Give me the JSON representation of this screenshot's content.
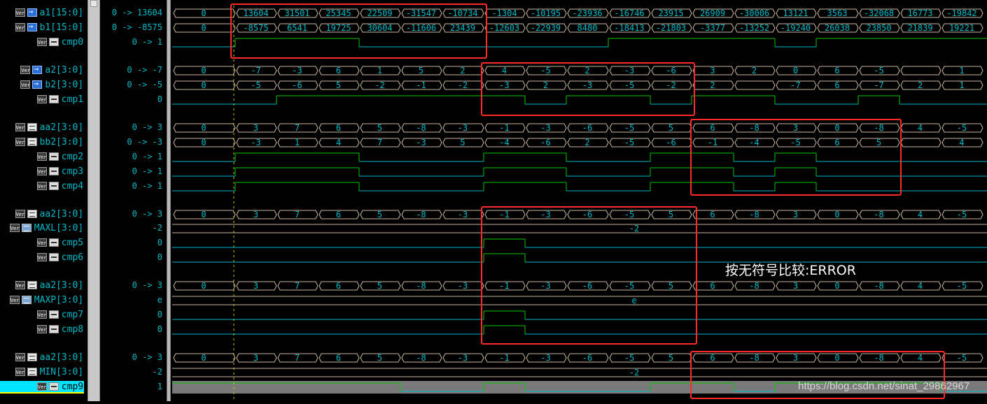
{
  "cycle_boundaries": [
    336,
    395,
    454,
    513,
    572,
    631,
    691,
    750,
    809,
    869,
    929,
    988,
    1048,
    1107,
    1166,
    1226,
    1285,
    1344,
    1404
  ],
  "rows": [
    {
      "name": "a1[15:0]",
      "icon": "in",
      "ver": true,
      "value": "0 -> 13604",
      "type": "bus",
      "first": "0",
      "values": [
        "13604",
        "31501",
        "25345",
        "22509",
        "-31547",
        "-10734",
        "-1304",
        "-10195",
        "-23936",
        "-16746",
        "23915",
        "26909",
        "-30006",
        "13121",
        "3563",
        "-32068",
        "16773",
        "-19842"
      ]
    },
    {
      "name": "b1[15:0]",
      "icon": "in",
      "ver": true,
      "value": "0 -> -8575",
      "type": "bus",
      "first": "0",
      "values": [
        "-8575",
        "6541",
        "19725",
        "30604",
        "-11606",
        "23439",
        "-12603",
        "-22939",
        "8480",
        "-18413",
        "-21803",
        "-3377",
        "-13252",
        "-19240",
        "26038",
        "23850",
        "21839",
        "19221"
      ]
    },
    {
      "name": "cmp0",
      "icon": "wire",
      "ver": true,
      "value": "0 -> 1",
      "type": "bit",
      "initial": 0,
      "levels": [
        1,
        1,
        1,
        0,
        0,
        0,
        0,
        0,
        0,
        1,
        1,
        1,
        1,
        0,
        1,
        1,
        1,
        1
      ]
    },
    {
      "name": "a2[3:0]",
      "icon": "in",
      "ver": true,
      "value": "0 -> -7",
      "type": "bus",
      "first": "0",
      "values": [
        "-7",
        "-3",
        "6",
        "1",
        "5",
        "2",
        "4",
        "-5",
        "2",
        "-3",
        "-6",
        "3",
        "2",
        "0",
        "6",
        "-5",
        "",
        "1"
      ]
    },
    {
      "name": "b2[3:0]",
      "icon": "in",
      "ver": true,
      "value": "0 -> -5",
      "type": "bus",
      "first": "0",
      "values": [
        "-5",
        "-6",
        "5",
        "-2",
        "-1",
        "-2",
        "-3",
        "2",
        "-3",
        "-5",
        "-2",
        "2",
        "",
        "-7",
        "6",
        "-7",
        "2",
        "1"
      ]
    },
    {
      "name": "cmp1",
      "icon": "wire",
      "ver": true,
      "value": "0",
      "type": "bit",
      "initial": 0,
      "levels": [
        0,
        1,
        1,
        1,
        1,
        1,
        1,
        0,
        1,
        1,
        0,
        1,
        1,
        0,
        0,
        1,
        0,
        0
      ]
    },
    {
      "name": "aa2[3:0]",
      "icon": "bus",
      "ver": true,
      "value": "0 -> 3",
      "type": "bus",
      "first": "0",
      "values": [
        "3",
        "7",
        "6",
        "5",
        "-8",
        "-3",
        "-1",
        "-3",
        "-6",
        "-5",
        "5",
        "6",
        "-8",
        "3",
        "0",
        "-8",
        "4",
        "-5"
      ]
    },
    {
      "name": "bb2[3:0]",
      "icon": "bus",
      "ver": true,
      "value": "0 -> -3",
      "type": "bus",
      "first": "0",
      "values": [
        "-3",
        "1",
        "4",
        "7",
        "-3",
        "5",
        "-4",
        "-6",
        "2",
        "-5",
        "-6",
        "-1",
        "-4",
        "-5",
        "6",
        "5",
        "",
        "4"
      ]
    },
    {
      "name": "cmp2",
      "icon": "wire",
      "ver": true,
      "value": "0 -> 1",
      "type": "bit",
      "initial": 0,
      "levels": [
        1,
        1,
        1,
        0,
        0,
        0,
        1,
        1,
        0,
        0,
        1,
        1,
        0,
        1,
        0,
        0,
        0,
        0
      ]
    },
    {
      "name": "cmp3",
      "icon": "wire",
      "ver": true,
      "value": "0 -> 1",
      "type": "bit",
      "initial": 0,
      "levels": [
        1,
        1,
        1,
        0,
        0,
        0,
        1,
        1,
        0,
        0,
        1,
        1,
        0,
        1,
        0,
        0,
        0,
        0
      ]
    },
    {
      "name": "cmp4",
      "icon": "wire",
      "ver": true,
      "value": "0 -> 1",
      "type": "bit",
      "initial": 0,
      "levels": [
        1,
        1,
        1,
        0,
        0,
        0,
        1,
        1,
        0,
        0,
        1,
        1,
        0,
        1,
        0,
        0,
        0,
        0
      ]
    },
    {
      "name": "aa2[3:0]",
      "icon": "bus",
      "ver": true,
      "value": "0 -> 3",
      "type": "bus",
      "first": "0",
      "values": [
        "3",
        "7",
        "6",
        "5",
        "-8",
        "-3",
        "-1",
        "-3",
        "-6",
        "-5",
        "5",
        "6",
        "-8",
        "3",
        "0",
        "-8",
        "4",
        "-5"
      ]
    },
    {
      "name": "MAXL[3:0]",
      "icon": "arr",
      "ver": true,
      "value": "-2",
      "type": "const",
      "text": "-2"
    },
    {
      "name": "cmp5",
      "icon": "wire",
      "ver": true,
      "value": "0",
      "type": "bit",
      "initial": 0,
      "levels": [
        0,
        0,
        0,
        0,
        0,
        0,
        1,
        0,
        0,
        0,
        0,
        0,
        0,
        0,
        0,
        0,
        0,
        0
      ]
    },
    {
      "name": "cmp6",
      "icon": "wire",
      "ver": true,
      "value": "0",
      "type": "bit",
      "initial": 0,
      "levels": [
        0,
        0,
        0,
        0,
        0,
        0,
        1,
        0,
        0,
        0,
        0,
        0,
        0,
        0,
        0,
        0,
        0,
        0
      ]
    },
    {
      "name": "aa2[3:0]",
      "icon": "bus",
      "ver": true,
      "value": "0 -> 3",
      "type": "bus",
      "first": "0",
      "values": [
        "3",
        "7",
        "6",
        "5",
        "-8",
        "-3",
        "-1",
        "-3",
        "-6",
        "-5",
        "5",
        "6",
        "-8",
        "3",
        "0",
        "-8",
        "4",
        "-5"
      ]
    },
    {
      "name": "MAXP[3:0]",
      "icon": "arr",
      "ver": true,
      "value": "e",
      "type": "const",
      "text": "e"
    },
    {
      "name": "cmp7",
      "icon": "wire",
      "ver": true,
      "value": "0",
      "type": "bit",
      "initial": 0,
      "levels": [
        0,
        0,
        0,
        0,
        0,
        0,
        1,
        0,
        0,
        0,
        0,
        0,
        0,
        0,
        0,
        0,
        0,
        0
      ]
    },
    {
      "name": "cmp8",
      "icon": "wire",
      "ver": true,
      "value": "0",
      "type": "bit",
      "initial": 0,
      "levels": [
        0,
        0,
        0,
        0,
        0,
        0,
        1,
        0,
        0,
        0,
        0,
        0,
        0,
        0,
        0,
        0,
        0,
        0
      ]
    },
    {
      "name": "aa2[3:0]",
      "icon": "bus",
      "ver": true,
      "value": "0 -> 3",
      "type": "bus",
      "first": "0",
      "values": [
        "3",
        "7",
        "6",
        "5",
        "-8",
        "-3",
        "-1",
        "-3",
        "-6",
        "-5",
        "5",
        "6",
        "-8",
        "3",
        "0",
        "-8",
        "4",
        "-5"
      ]
    },
    {
      "name": "MIN[3:0]",
      "icon": "bus",
      "ver": true,
      "value": "-2",
      "type": "const",
      "text": "-2"
    },
    {
      "name": "cmp9",
      "icon": "wire",
      "ver": true,
      "value": "1",
      "type": "bit",
      "initial": 1,
      "selected": true,
      "levels": [
        1,
        1,
        1,
        1,
        0,
        0,
        1,
        0,
        0,
        0,
        1,
        1,
        0,
        1,
        1,
        1,
        1,
        0
      ]
    }
  ],
  "annotation": "按无符号比较:ERROR",
  "watermark": "https://blog.csdn.net/sinat_29862967",
  "colors": {
    "bus": "#c8b8a0",
    "wire_high": "#00c800",
    "wire_low": "#00b8c8",
    "box": "#ff2a2a",
    "cursor": "#d8c000",
    "label": "#00b8c8"
  }
}
